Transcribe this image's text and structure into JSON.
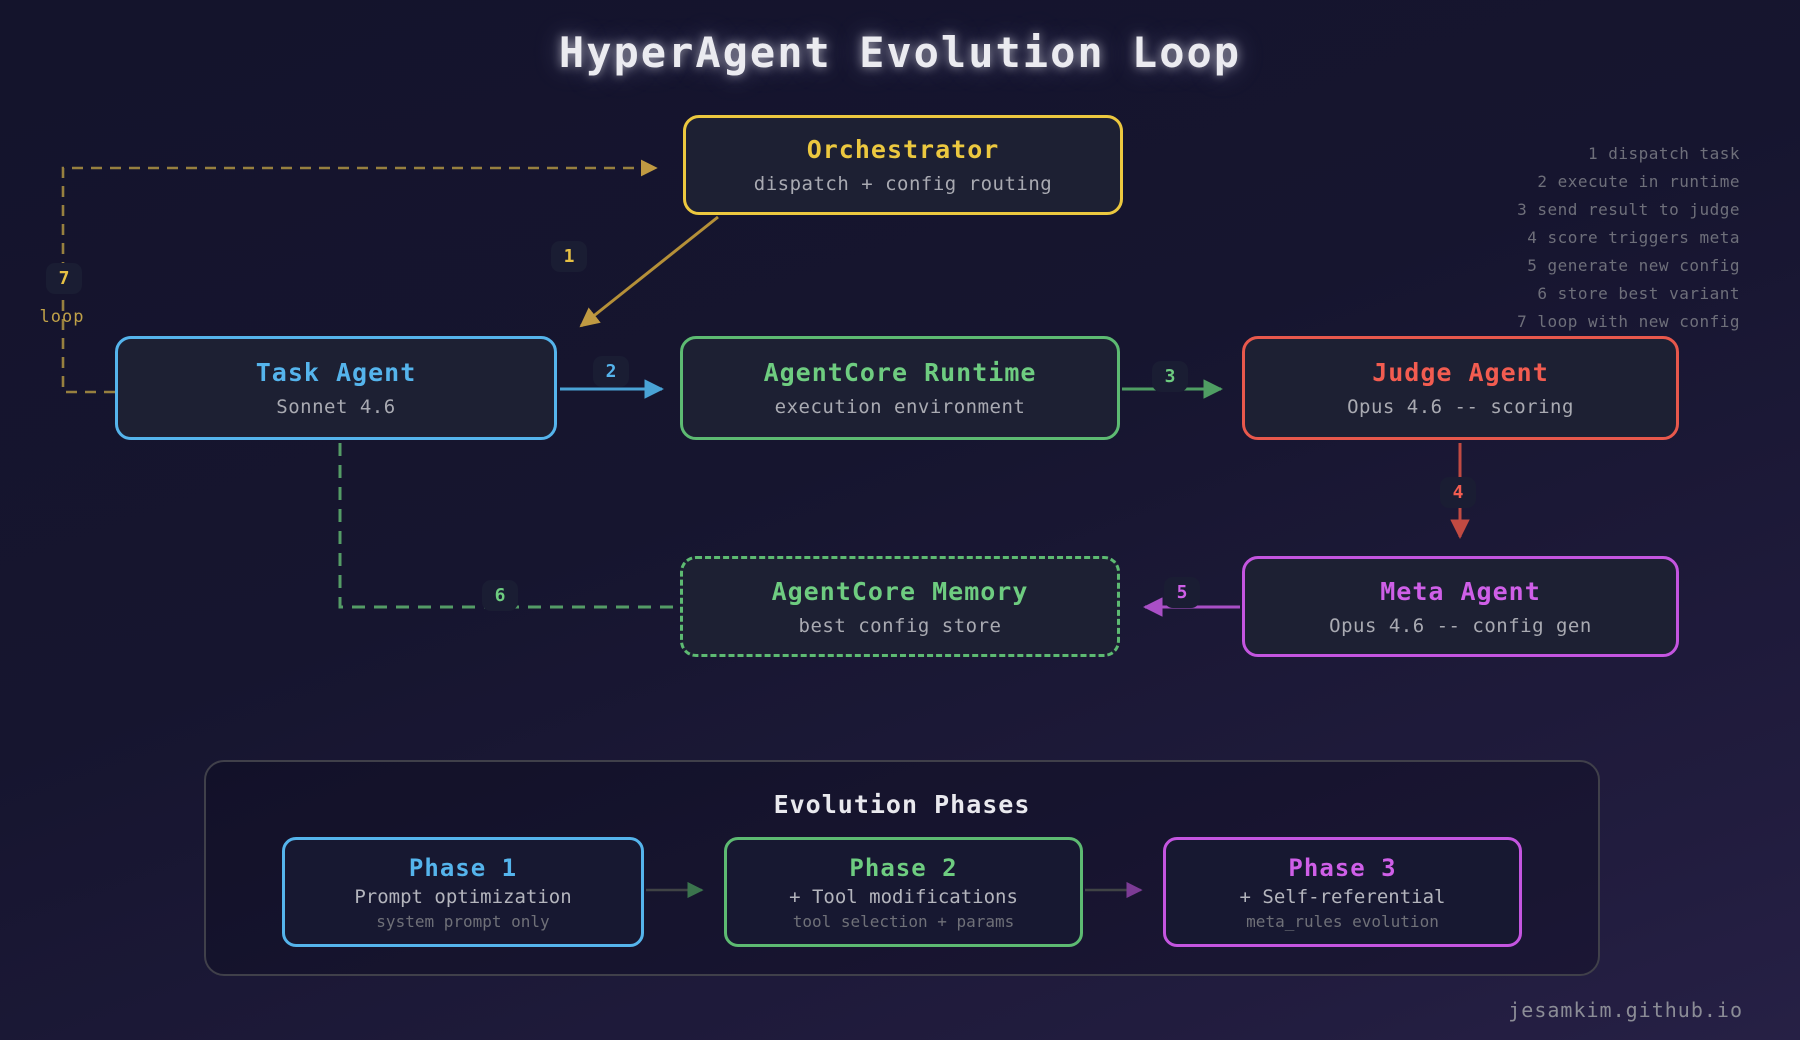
{
  "title": "HyperAgent Evolution Loop",
  "nodes": {
    "orchestrator": {
      "title": "Orchestrator",
      "subtitle": "dispatch + config routing"
    },
    "task": {
      "title": "Task Agent",
      "subtitle": "Sonnet 4.6"
    },
    "runtime": {
      "title": "AgentCore Runtime",
      "subtitle": "execution environment"
    },
    "judge": {
      "title": "Judge Agent",
      "subtitle": "Opus 4.6 -- scoring"
    },
    "memory": {
      "title": "AgentCore Memory",
      "subtitle": "best config store"
    },
    "meta": {
      "title": "Meta Agent",
      "subtitle": "Opus 4.6 -- config gen"
    }
  },
  "edges": {
    "e1": "1",
    "e2": "2",
    "e3": "3",
    "e4": "4",
    "e5": "5",
    "e6": "6",
    "e7": "7",
    "loop_label": "loop"
  },
  "legend": {
    "lines": [
      "1 dispatch task",
      "2 execute in runtime",
      "3 send result to judge",
      "4 score triggers meta",
      "5 generate new config",
      "6 store best variant",
      "7 loop with new config"
    ]
  },
  "phases": {
    "title": "Evolution Phases",
    "items": [
      {
        "title": "Phase 1",
        "line1": "Prompt optimization",
        "line2": "system prompt only"
      },
      {
        "title": "Phase 2",
        "line1": "+ Tool modifications",
        "line2": "tool selection + params"
      },
      {
        "title": "Phase 3",
        "line1": "+ Self-referential",
        "line2": "meta_rules evolution"
      }
    ]
  },
  "footer": "jesamkim.github.io",
  "colors": {
    "background_top": "#14142c",
    "background_bottom": "#262045",
    "node_fill": "#1d2033",
    "gold": "#ecc83f",
    "blue": "#55b4ec",
    "green": "#5dba72",
    "red": "#e8584c",
    "purple": "#c455e0",
    "legend_text": "#6e6f7a",
    "subtitle_text": "#a9aab2"
  }
}
